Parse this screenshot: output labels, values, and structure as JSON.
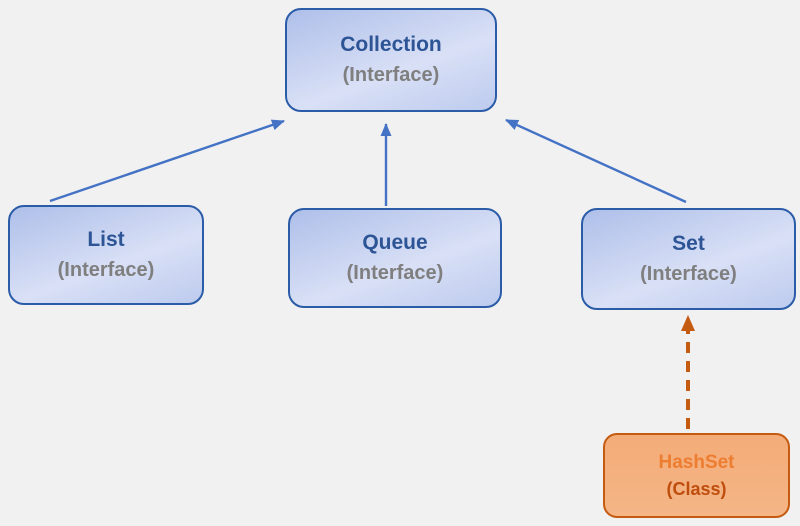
{
  "boxes": {
    "collection": {
      "title": "Collection",
      "subtitle": "(Interface)"
    },
    "list": {
      "title": "List",
      "subtitle": "(Interface)"
    },
    "queue": {
      "title": "Queue",
      "subtitle": "(Interface)"
    },
    "set": {
      "title": "Set",
      "subtitle": "(Interface)"
    },
    "hashset": {
      "title": "HashSet",
      "subtitle": "(Class)"
    }
  },
  "edges": [
    {
      "from": "list",
      "to": "collection",
      "style": "solid",
      "color": "#4472c4"
    },
    {
      "from": "queue",
      "to": "collection",
      "style": "solid",
      "color": "#4472c4"
    },
    {
      "from": "set",
      "to": "collection",
      "style": "solid",
      "color": "#4472c4"
    },
    {
      "from": "hashset",
      "to": "set",
      "style": "dashed",
      "color": "#c55a11"
    }
  ],
  "colors": {
    "background": "#f1f1f2",
    "interface_border": "#2b5ca8",
    "interface_fill_top": "#aebfe9",
    "interface_fill_bottom": "#bdcbee",
    "interface_title": "#2d5596",
    "interface_subtitle": "#7f7f7f",
    "class_border": "#c55a11",
    "class_fill": "#f4b183",
    "class_title": "#ed7d31",
    "class_subtitle": "#bf4e0e",
    "arrow_blue": "#4472c4",
    "arrow_orange": "#c55a11"
  }
}
